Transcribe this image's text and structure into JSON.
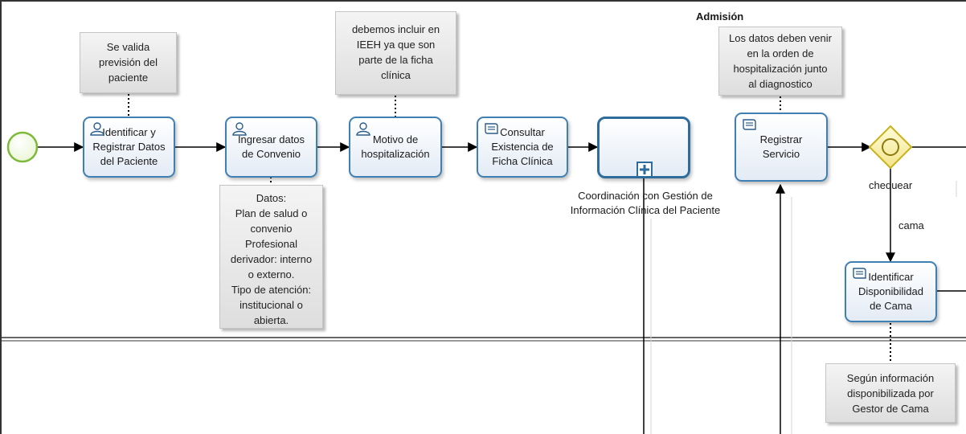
{
  "lane_title": "Admisión",
  "notes": {
    "prevision": [
      "Se valida",
      "previsión del",
      "paciente"
    ],
    "ieeh": [
      "debemos incluir en",
      "IEEH ya que son",
      "parte de la ficha",
      "clínica"
    ],
    "datos_orden": [
      "Los datos deben venir",
      "en la orden de",
      "hospitalización junto",
      "al diagnostico"
    ],
    "datos_convenio": [
      "Datos:",
      "Plan de salud o",
      "convenio",
      "Profesional",
      "derivador: interno",
      "o externo.",
      "Tipo de atención:",
      "institucional o",
      "abierta."
    ],
    "gestor_cama": [
      "Según información",
      "disponibilizada por",
      "Gestor de Cama"
    ]
  },
  "tasks": {
    "identificar": [
      "Identificar y",
      "Registrar Datos",
      "del Paciente"
    ],
    "convenio": [
      "Ingresar datos",
      "de Convenio"
    ],
    "motivo": [
      "Motivo de",
      "hospitalización"
    ],
    "consultar": [
      "Consultar",
      "Existencia de",
      "Ficha Clínica"
    ],
    "registrar": [
      "Registrar",
      "Servicio"
    ],
    "disponibilidad": [
      "Identificar",
      "Disponibilidad",
      "de Cama"
    ]
  },
  "subprocess_label": [
    "Coordinación con Gestión de",
    "Información Clínica del Paciente"
  ],
  "gateway_label": "chequear",
  "flow_label": "cama",
  "icons": {
    "user_task": "user-icon",
    "service_task": "script-icon",
    "subprocess_marker": "plus-icon"
  },
  "colors": {
    "task_border": "#3f7fb2",
    "start_event": "#7dba3a",
    "gateway": "#d4c21a",
    "note_bg": "#e6e6e6"
  }
}
